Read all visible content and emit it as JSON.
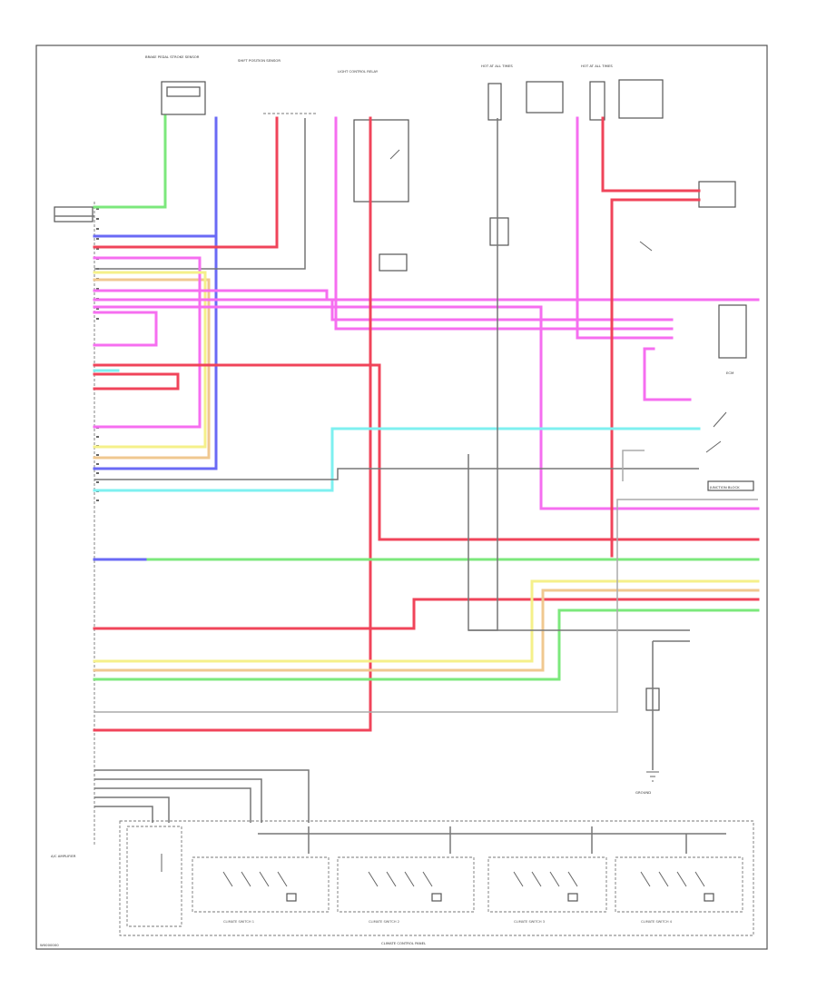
{
  "diagram": {
    "footer_code": "W0000000",
    "colors": {
      "red": "#f0445a",
      "pink": "#f66ef0",
      "green": "#7ce87c",
      "blue": "#6a6af5",
      "cyan": "#7ef0f0",
      "yellow": "#f5f08a",
      "orange": "#f0c890",
      "black": "#777777",
      "gray": "#aaaaaa"
    },
    "top_components": [
      "BRAKE PEDAL STROKE SENSOR",
      "SHIFT POSITION SENSOR",
      "LIGHT CONTROL RELAY",
      "HOT AT ALL TIMES",
      "HOT AT ALL TIMES"
    ],
    "left_module": "A/C AMPLIFIER",
    "bottom_module": "CLIMATE CONTROL PANEL",
    "bottom_switches": [
      "CLIMATE SWITCH 1",
      "CLIMATE SWITCH 2",
      "CLIMATE SWITCH 3",
      "CLIMATE SWITCH 4"
    ],
    "right_labels": [
      "ECM",
      "JUNCTION BLOCK",
      "GROUND"
    ]
  }
}
